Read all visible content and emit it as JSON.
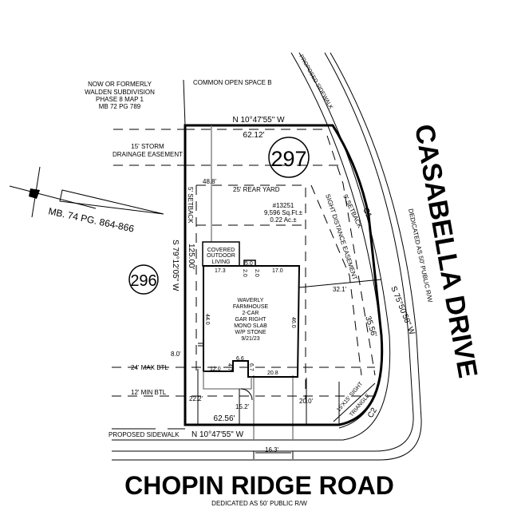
{
  "adjacent_owner": [
    "NOW OR FORMERLY",
    "WALDEN SUBDIVISION",
    "PHASE 8 MAP 1",
    "MB 72 PG 789"
  ],
  "common_open_space": "COMMON OPEN SPACE B",
  "storm_easement": [
    "15' STORM",
    "DRAINAGE EASEMENT"
  ],
  "map_book_ref": "MB. 74 PG. 864-866",
  "north_arrow_icon": "north-arrow-icon",
  "lot_number": "297",
  "adjacent_lot_number": "296",
  "bearings": {
    "top": "N 10°47'55\" W",
    "bottom": "N 10°47'55\" W",
    "left": "S 79°12'05\" W",
    "right": "S 75°50'58\" W"
  },
  "distances": {
    "top": "62.12'",
    "bottom": "62.56'",
    "left": "125.00'",
    "right": "35.56'",
    "rear_offset": "48.8'",
    "side_to_easement": "32.1'",
    "front_left": "22.2'",
    "front_porch": "15.2'",
    "front_right": "20.0'",
    "side_left": "8.0'",
    "driveway": "16.3'"
  },
  "setbacks": {
    "rear_yard": "25' REAR YARD",
    "side_left": "5' SETBACK",
    "side_right": "9' SETBACK",
    "sight_easement": "SIGHT DISTANCE EASEMENT",
    "max_btl": "24' MAX BTL",
    "min_btl": "12' MIN BTL",
    "sight_triangle": [
      "15'X15' SIGHT",
      "TRIANGLE"
    ]
  },
  "lot_info": [
    "#13251",
    "9,596 Sq.Ft.±",
    "0.22 Ac.±"
  ],
  "curves": [
    "C1",
    "C2"
  ],
  "covered_outdoor": [
    "COVERED",
    "OUTDOOR",
    "LIVING"
  ],
  "house_label": [
    "WAVERLY",
    "FARMHOUSE",
    "2-CAR",
    "GAR RIGHT",
    "MONO SLAB",
    "W/P STONE",
    "9/21/23"
  ],
  "house_dims": {
    "top_left": "17.3",
    "bump_width": "5.0",
    "bump_left": "2.0",
    "bump_right": "2.0",
    "top_right": "17.0",
    "left": "44.0",
    "right": "46.0",
    "porch_left": "12.0",
    "porch_step": "4.7",
    "porch_top": "6.6",
    "porch_right": "6.7",
    "garage_front": "20.8"
  },
  "sidewalk_labels": {
    "right": "PROPOSED SIDEWALK",
    "bottom": "PROPOSED SIDEWALK"
  },
  "street_right": {
    "name": "CASABELLA DRIVE",
    "sub": "DEDICATED AS 50' PUBLIC R/W"
  },
  "street_bottom": {
    "name": "CHOPIN RIDGE ROAD",
    "sub": "DEDICATED AS 50' PUBLIC R/W"
  }
}
